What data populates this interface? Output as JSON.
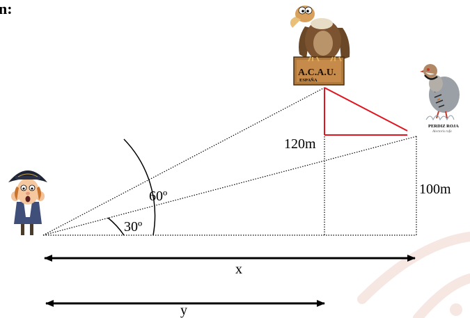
{
  "header_fragment": "n:",
  "labels": {
    "angle_large": "60º",
    "angle_small": "30º",
    "height_vulture": "120m",
    "height_partridge": "100m",
    "distance_x": "x",
    "distance_y": "y"
  },
  "vulture": {
    "sign_text": "A.C.A.U.",
    "sign_small": "ESPAÑA"
  },
  "partridge": {
    "caption": "PERDIZ ROJA",
    "caption_small": "Alectoris rufa"
  },
  "colors": {
    "line": "#000000",
    "highlight": "#e0141e",
    "watermark": "#f6e7e3"
  },
  "icons": [
    "pirate-character-icon",
    "vulture-icon",
    "partridge-icon"
  ]
}
